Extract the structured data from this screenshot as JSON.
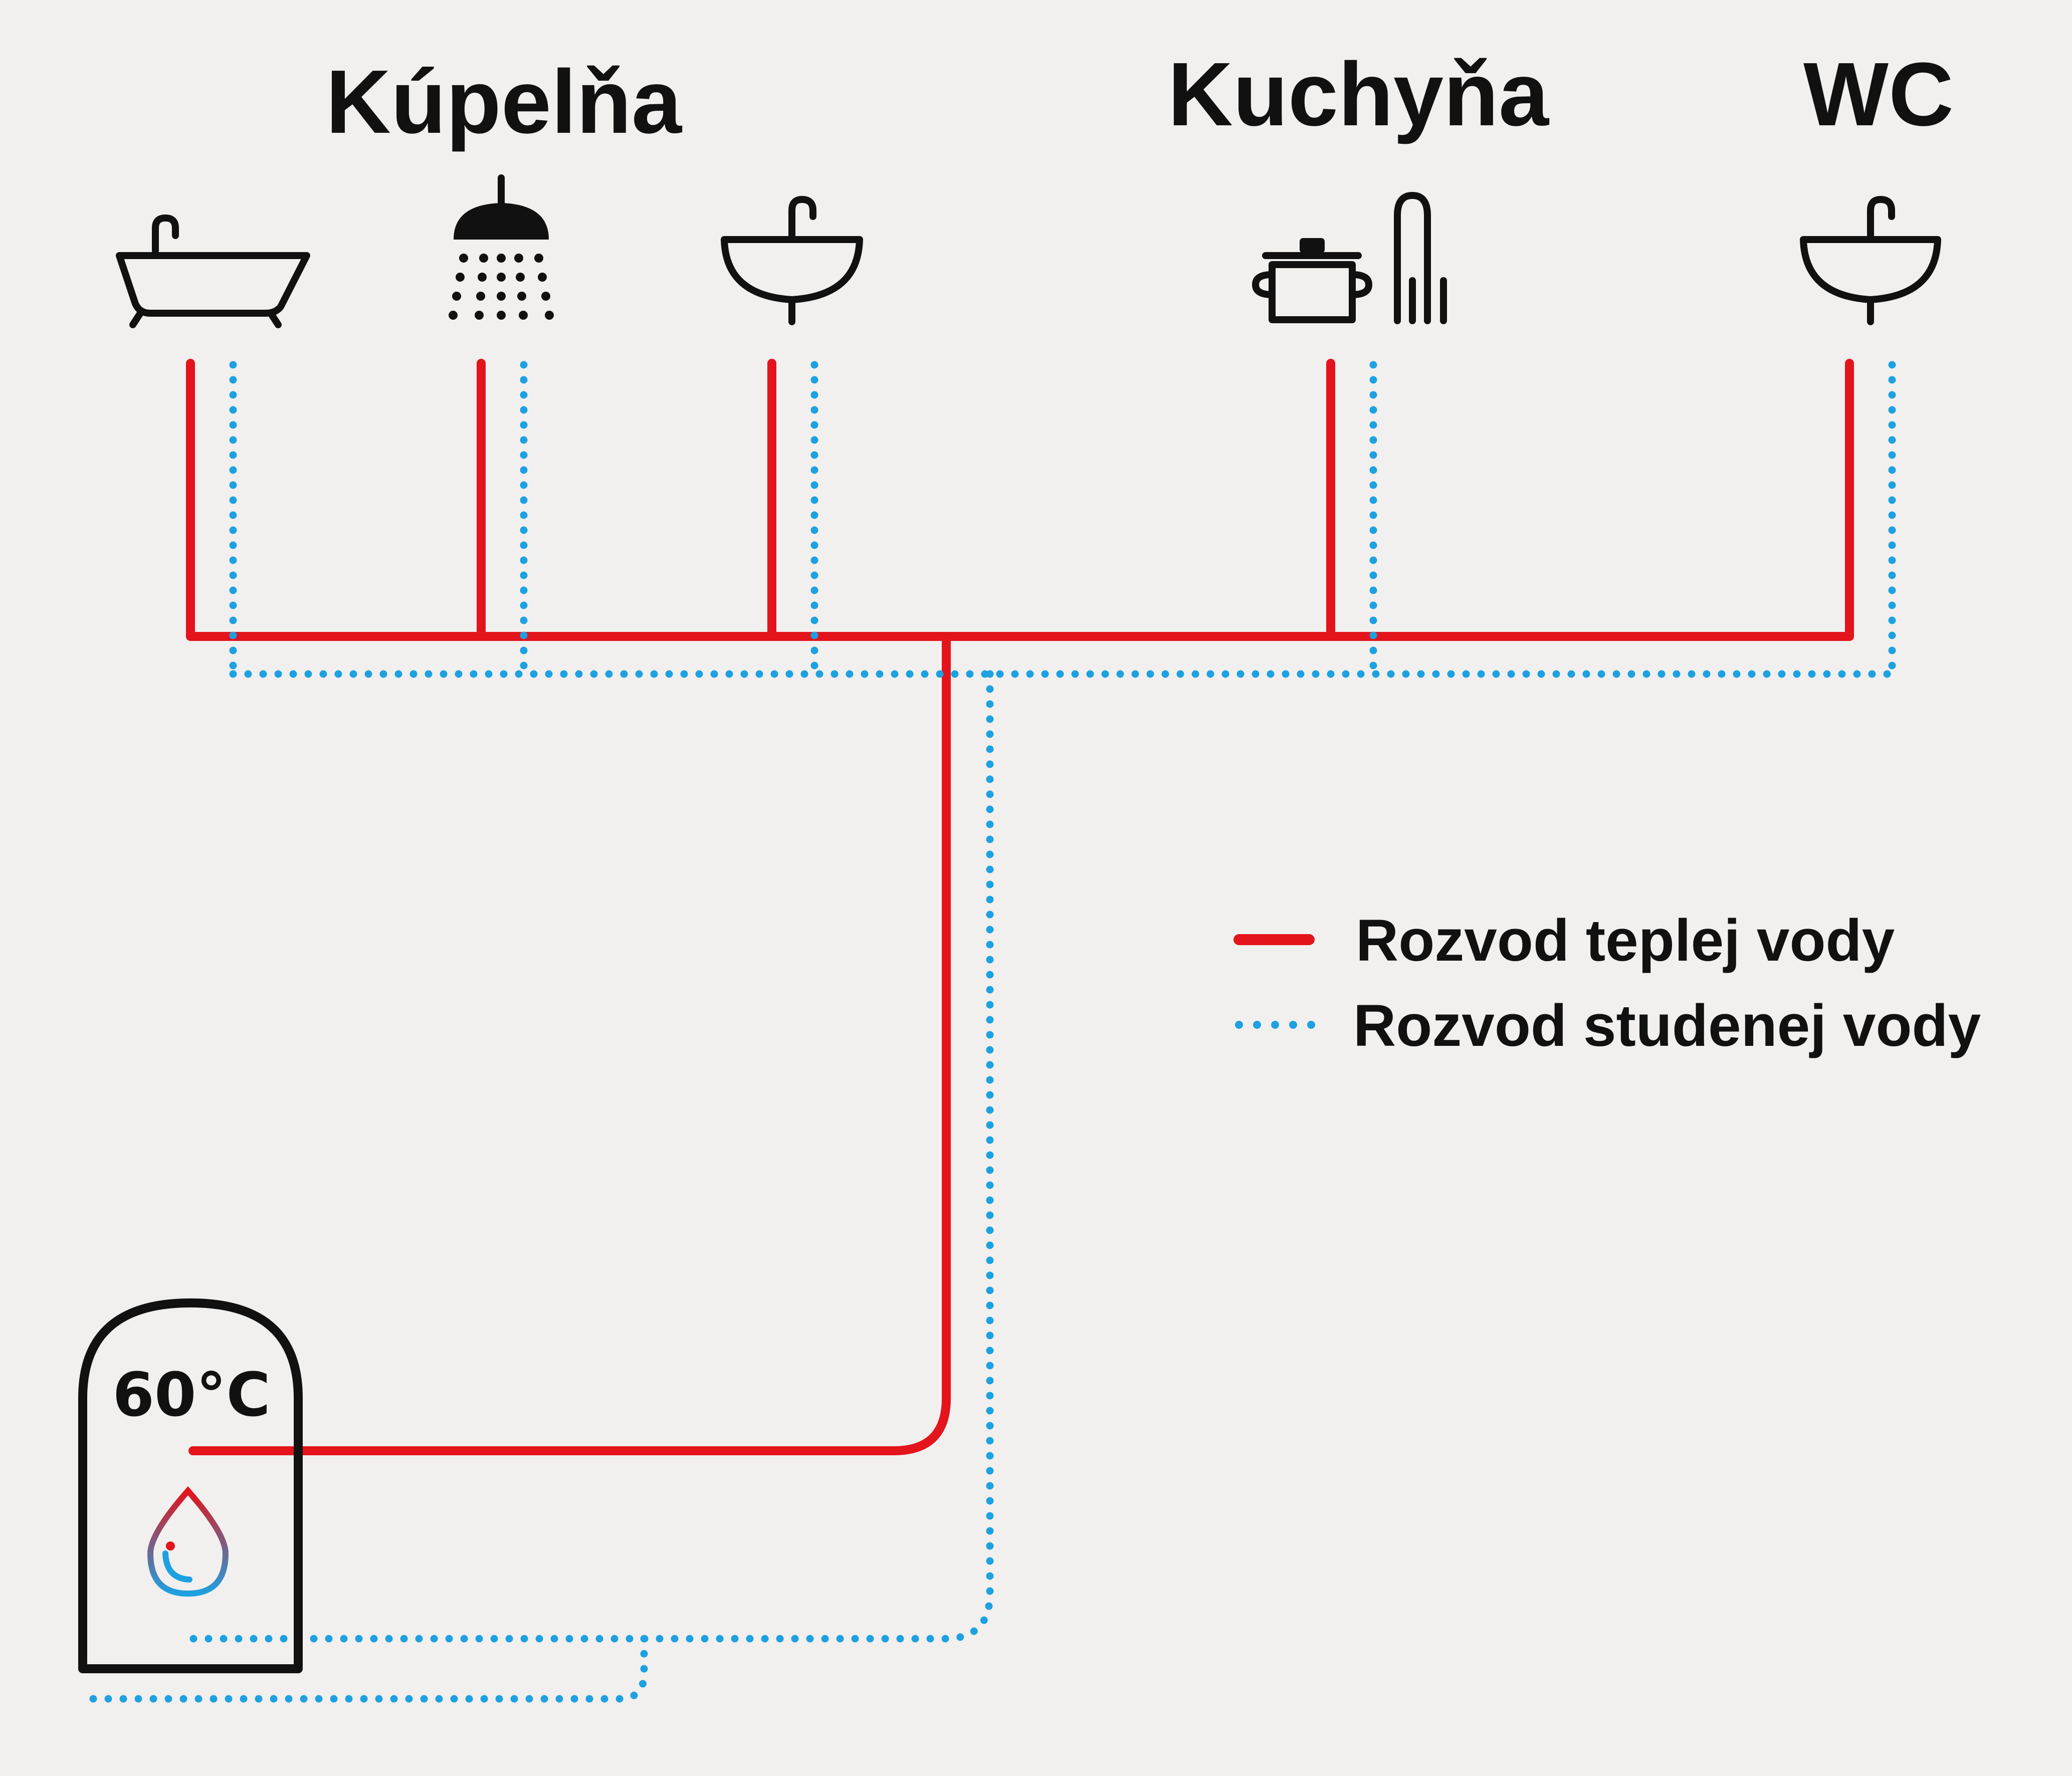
{
  "rooms": {
    "bathroom": "Kúpelňa",
    "kitchen": "Kuchyňa",
    "wc": "WC"
  },
  "heater": {
    "temperature": "60°C"
  },
  "legend": {
    "hot_water": "Rozvod teplej vody",
    "cold_water": "Rozvod studenej vody"
  },
  "colors": {
    "hot": "#e3141c",
    "cold": "#1da1e0",
    "icon": "#111111",
    "background": "#f1f0ee"
  },
  "fixtures": [
    "bathtub-icon",
    "shower-icon",
    "sink-icon",
    "cooking-pot-icon",
    "kitchen-faucet-icon",
    "sink-icon"
  ]
}
